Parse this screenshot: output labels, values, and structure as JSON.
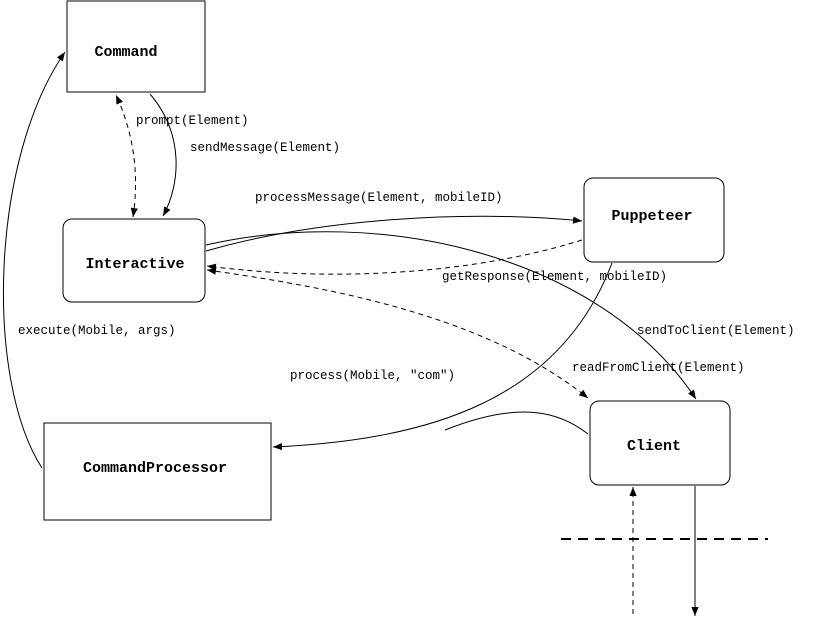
{
  "nodes": {
    "command": "Command",
    "interactive": "Interactive",
    "puppeteer": "Puppeteer",
    "command_processor": "CommandProcessor",
    "client": "Client"
  },
  "edges": {
    "prompt": "prompt(Element)",
    "send_message": "sendMessage(Element)",
    "process_message": "processMessage(Element, mobileID)",
    "get_response": "getResponse(Element, mobileID)",
    "send_to_client": "sendToClient(Element)",
    "read_from_client": "readFromClient(Element)",
    "execute": "execute(Mobile, args)",
    "process": "process(Mobile, \"com\")"
  }
}
